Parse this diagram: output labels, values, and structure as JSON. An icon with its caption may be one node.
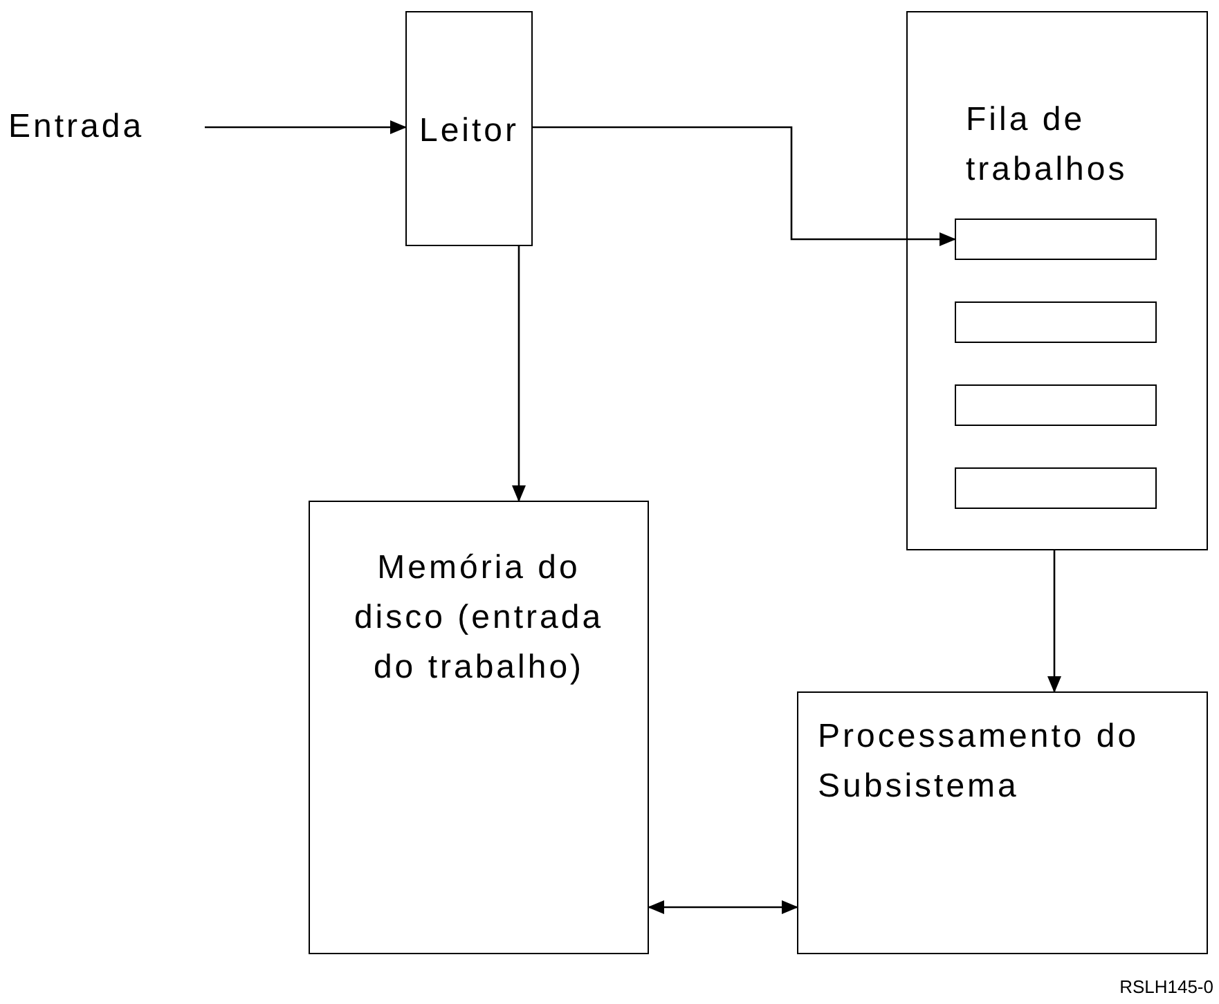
{
  "diagram": {
    "nodes": [
      {
        "text": [
          "Entrada"
        ]
      },
      {
        "text": [
          "Leitor"
        ]
      },
      {
        "text": [
          "Fila de trabalhos"
        ]
      },
      {
        "text": [],
        "shape": "box",
        "in": 2
      },
      {
        "text": [],
        "shape": "box",
        "in": 2
      },
      {
        "text": [],
        "shape": "box",
        "in": 2
      },
      {
        "text": [],
        "shape": "box",
        "in": 2
      },
      {
        "text": [
          "Memória do disco (entrada do trabalho)"
        ]
      },
      {
        "text": [
          "Processamento do Subsistema"
        ]
      }
    ],
    "edges": [
      {
        "from": 0,
        "to": 1,
        "arrow": "to"
      },
      {
        "from": 1,
        "to": 3,
        "arrow": "to"
      },
      {
        "from": 1,
        "to": 7,
        "arrow": "to"
      },
      {
        "from": 2,
        "to": 8,
        "arrow": "to"
      },
      {
        "from": 7,
        "to": 8,
        "arrow": "both"
      }
    ],
    "labels": [
      "RSLH145-0"
    ]
  }
}
